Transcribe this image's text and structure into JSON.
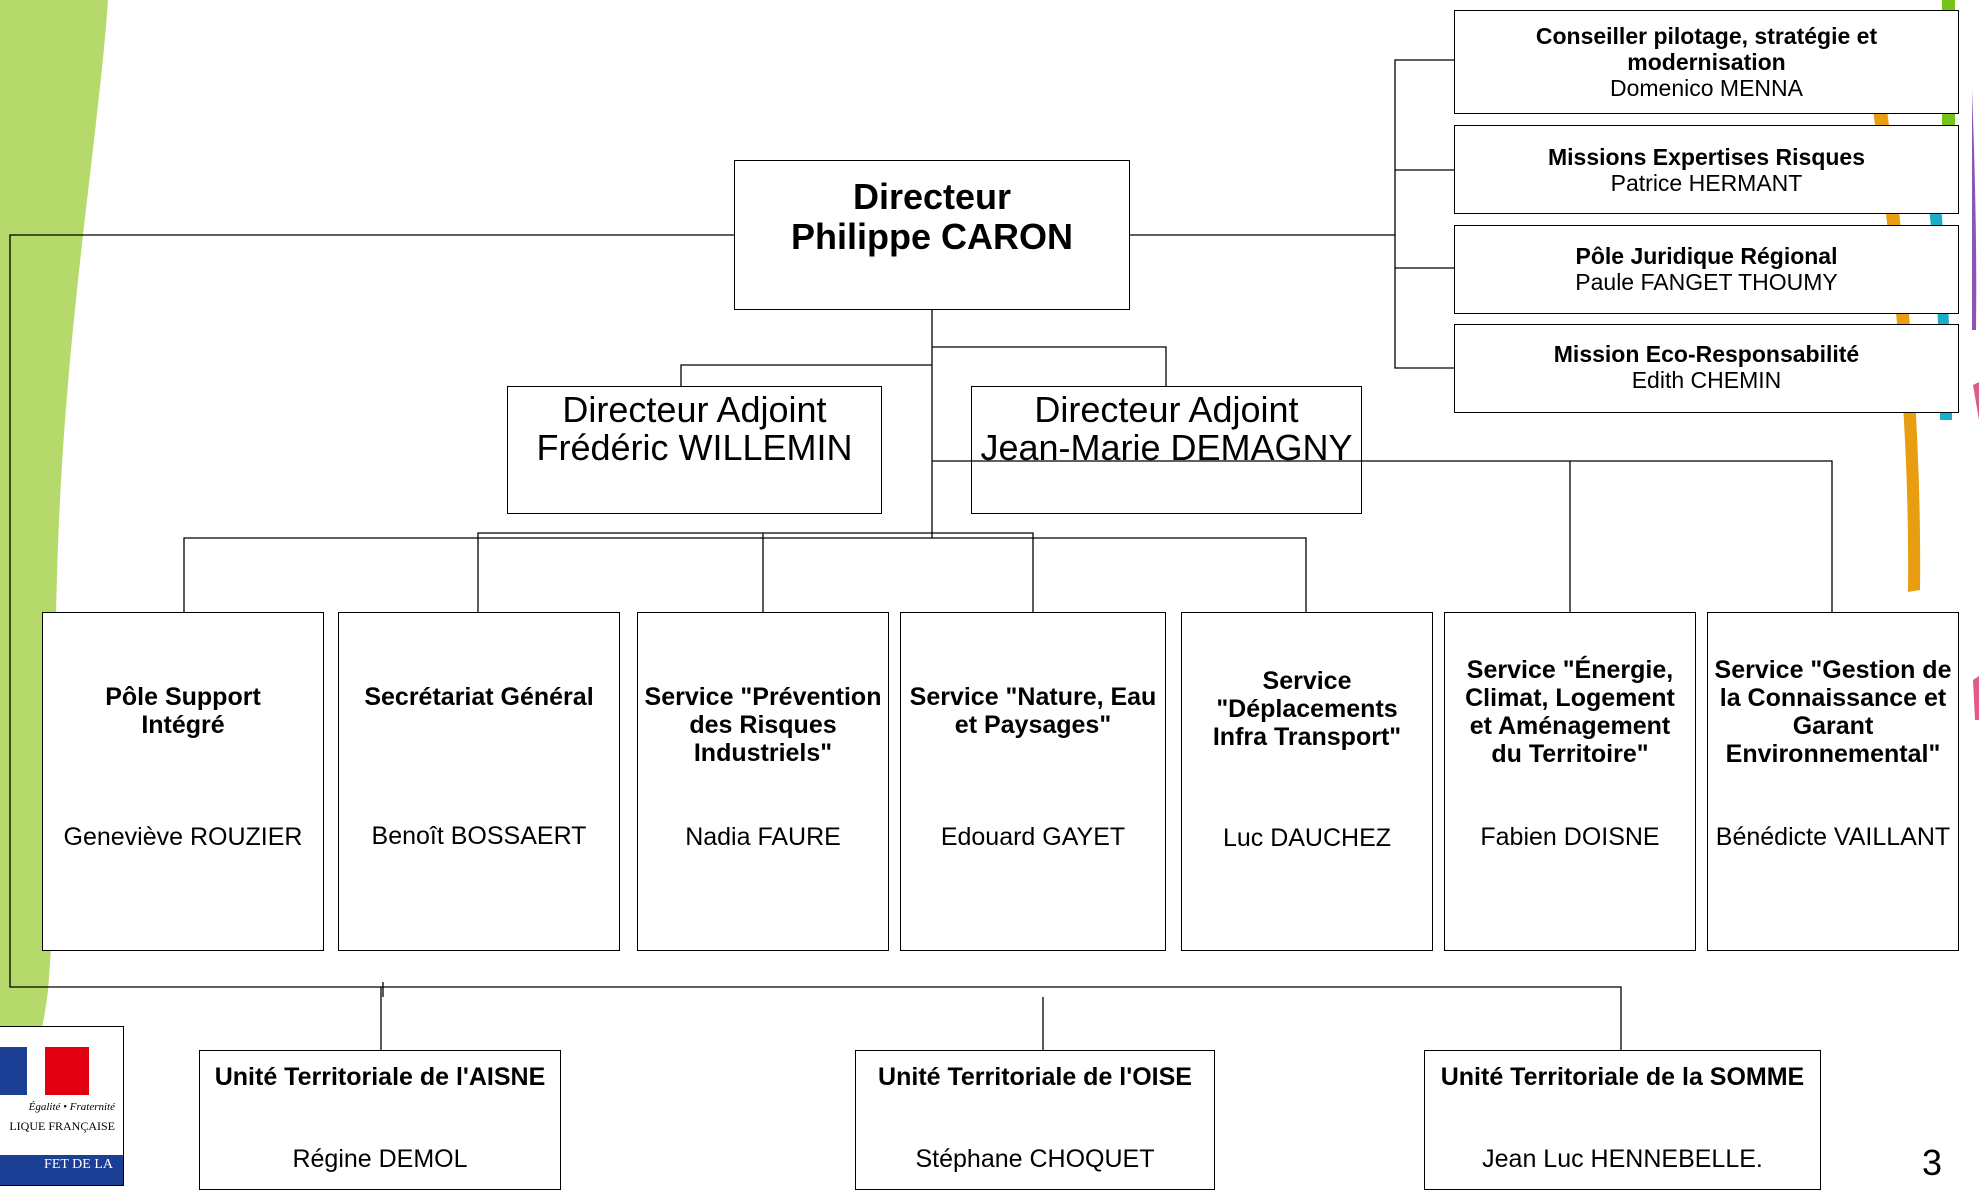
{
  "colors": {
    "accent_green": "#b5d96a",
    "bar_green": "#78c21c",
    "bar_orange": "#e89e10",
    "bar_teal": "#1aaec8",
    "bar_purple": "#8a55b5",
    "bar_pink": "#e05a8a"
  },
  "director": {
    "title": "Directeur",
    "name": "Philippe CARON"
  },
  "deputies": [
    {
      "title": "Directeur Adjoint",
      "name": "Frédéric WILLEMIN"
    },
    {
      "title": "Directeur Adjoint",
      "name": "Jean-Marie DEMAGNY"
    }
  ],
  "side_units": [
    {
      "title": "Conseiller pilotage, stratégie et modernisation",
      "name": "Domenico MENNA"
    },
    {
      "title": "Missions Expertises Risques",
      "name": "Patrice HERMANT"
    },
    {
      "title": "Pôle Juridique Régional",
      "name": "Paule FANGET THOUMY"
    },
    {
      "title": "Mission Eco-Responsabilité",
      "name": "Edith CHEMIN"
    }
  ],
  "services": [
    {
      "title": "Pôle Support Intégré",
      "name": "Geneviève ROUZIER"
    },
    {
      "title": "Secrétariat Général",
      "name": "Benoît BOSSAERT"
    },
    {
      "title": "Service \"Prévention des Risques Industriels\"",
      "name": "Nadia FAURE"
    },
    {
      "title": "Service \"Nature, Eau et Paysages\"",
      "name": "Edouard GAYET"
    },
    {
      "title": "Service \"Déplacements Infra Transport\"",
      "name": "Luc DAUCHEZ"
    },
    {
      "title": "Service \"Énergie, Climat, Logement et Aménagement du Territoire\"",
      "name": "Fabien DOISNE"
    },
    {
      "title": "Service \"Gestion de la Connaissance et Garant Environnemental\"",
      "name": "Bénédicte VAILLANT"
    }
  ],
  "territorial_units": [
    {
      "title": "Unité Territoriale de l'AISNE",
      "name": "Régine DEMOL"
    },
    {
      "title": "Unité Territoriale de l'OISE",
      "name": "Stéphane CHOQUET"
    },
    {
      "title": "Unité Territoriale de la SOMME",
      "name": "Jean Luc HENNEBELLE."
    }
  ],
  "logo": {
    "motto": "Égalité • Fraternité",
    "republic": "LIQUE FRANÇAISE",
    "prefect": "FET DE LA"
  },
  "page_number": "3"
}
